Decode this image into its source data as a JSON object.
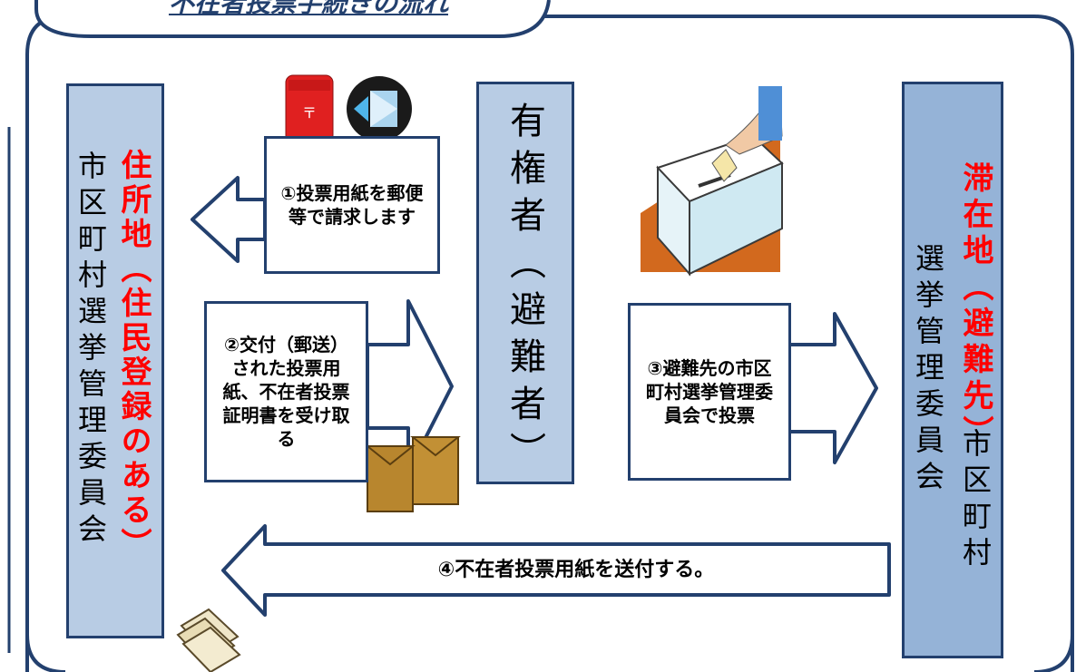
{
  "title": "不在者投票手続きの流れ",
  "nodes": {
    "home": {
      "red_text": "住所地（住民登録のある）",
      "black_text": "市区町村選挙管理委員会"
    },
    "voter": {
      "text": "有権者（避難者）"
    },
    "stay": {
      "red_text": "滞在地（避難先）",
      "black_text_1": "市区町村",
      "black_text_2": "選挙管理委員会"
    }
  },
  "steps": {
    "step1": "①投票用紙を郵便等で請求します",
    "step2": "②交付（郵送）された投票用紙、不在者投票証明書を受け取る",
    "step3": "③避難先の市区町村選挙管理委員会で投票",
    "step4": "④不在者投票用紙を送付する。"
  },
  "colors": {
    "outline": "#23406e",
    "column_fill": "#b8cce4",
    "column_fill_right": "#95b3d7",
    "red_text": "#ff0000"
  }
}
